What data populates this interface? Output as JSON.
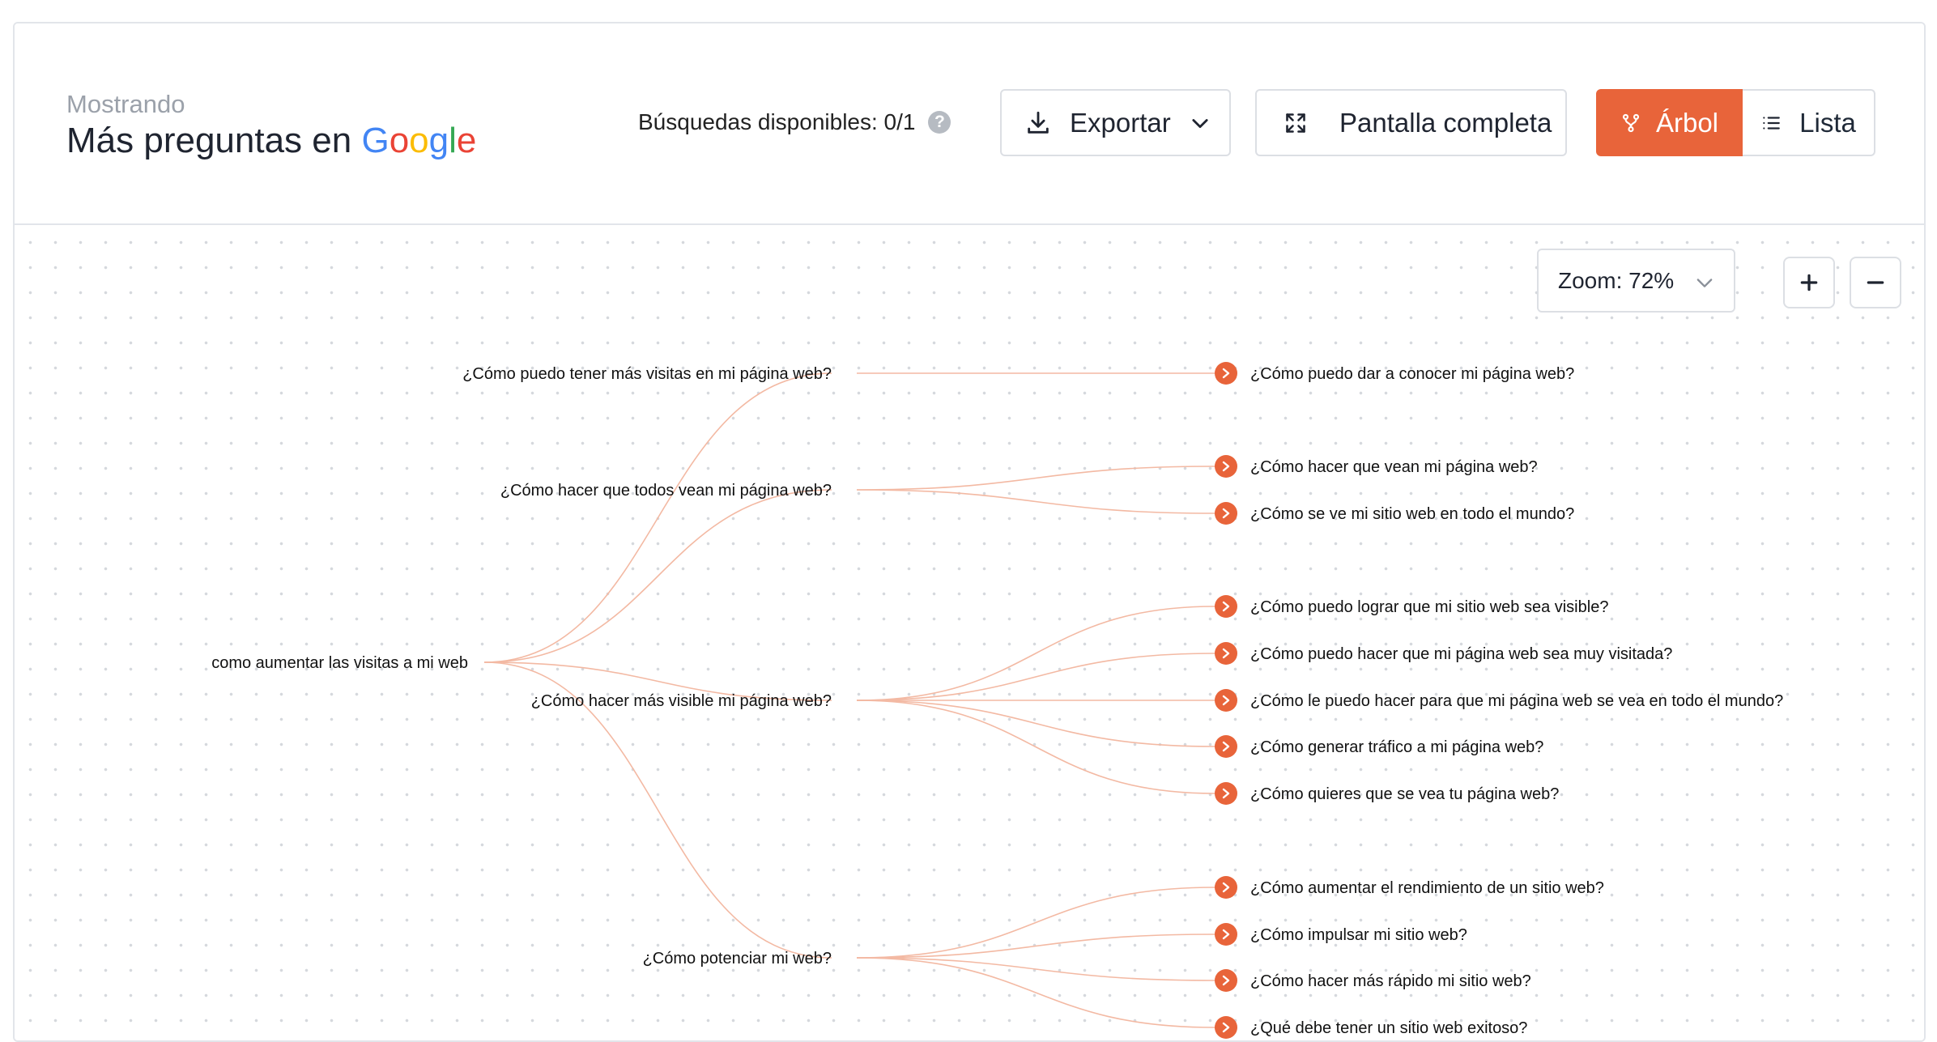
{
  "header": {
    "eyebrow": "Mostrando",
    "title_prefix": "Más preguntas en ",
    "google_letters": [
      {
        "ch": "G",
        "color": "#4285F4"
      },
      {
        "ch": "o",
        "color": "#EA4335"
      },
      {
        "ch": "o",
        "color": "#FBBC05"
      },
      {
        "ch": "g",
        "color": "#4285F4"
      },
      {
        "ch": "l",
        "color": "#34A853"
      },
      {
        "ch": "e",
        "color": "#EA4335"
      }
    ],
    "credits_label": "Búsquedas disponibles: 0/1",
    "help_icon_glyph": "?",
    "export_label": "Exportar",
    "fullscreen_label": "Pantalla completa",
    "view_tree_label": "Árbol",
    "view_list_label": "Lista"
  },
  "zoom": {
    "label": "Zoom: 72%"
  },
  "colors": {
    "accent": "#e8643a",
    "link": "#f3b9a3"
  },
  "tree": {
    "root": "como aumentar las visitas a mi web",
    "branches": [
      {
        "label": "¿Cómo puedo tener más visitas en mi página web?",
        "children": [
          "¿Cómo puedo dar a conocer mi página web?"
        ]
      },
      {
        "label": "¿Cómo hacer que todos vean mi página web?",
        "children": [
          "¿Cómo hacer que vean mi página web?",
          "¿Cómo se ve mi sitio web en todo el mundo?"
        ]
      },
      {
        "label": "¿Cómo hacer más visible mi página web?",
        "children": [
          "¿Cómo puedo lograr que mi sitio web sea visible?",
          "¿Cómo puedo hacer que mi página web sea muy visitada?",
          "¿Cómo le puedo hacer para que mi página web se vea en todo el mundo?",
          "¿Cómo generar tráfico a mi página web?",
          "¿Cómo quieres que se vea tu página web?"
        ]
      },
      {
        "label": "¿Cómo potenciar mi web?",
        "children": [
          "¿Cómo aumentar el rendimiento de un sitio web?",
          "¿Cómo impulsar mi sitio web?",
          "¿Cómo hacer más rápido mi sitio web?",
          "¿Qué debe tener un sitio web exitoso?"
        ]
      }
    ]
  }
}
